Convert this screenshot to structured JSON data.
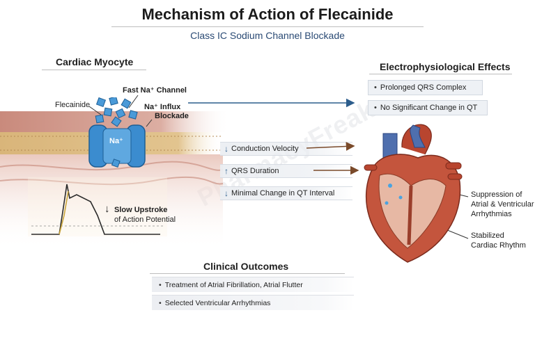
{
  "title": "Mechanism of Action of Flecainide",
  "subtitle": "Class IC Sodium Channel Blockade",
  "myocyte": {
    "heading": "Cardiac Myocyte",
    "label_drug": "Flecainide",
    "label_channel": "Fast Na⁺ Channel",
    "label_influx_line1": "Na⁺ Influx",
    "label_influx_line2": "Blockade",
    "na_symbol": "Na⁺",
    "upstroke_line1": "Slow Upstroke",
    "upstroke_line2": "of Action Potential",
    "upstroke_arrow": "↓"
  },
  "effects_center": [
    {
      "arrow": "↓",
      "text": "Conduction Velocity"
    },
    {
      "arrow": "↑",
      "text": "QRS Duration"
    },
    {
      "arrow": "↓",
      "text": "Minimal Change in QT Interval"
    }
  ],
  "electro": {
    "heading": "Electrophysiological Effects",
    "items": [
      "Prolonged QRS Complex",
      "No Significant Change in QT"
    ],
    "bullet": "•"
  },
  "heart": {
    "label_suppression_line1": "Suppression of",
    "label_suppression_line2": "Atrial & Ventricular",
    "label_suppression_line3": "Arrhythmias",
    "label_stabilized_line1": "Stabilized",
    "label_stabilized_line2": "Cardiac Rhythm"
  },
  "outcomes": {
    "heading": "Clinical Outcomes",
    "items": [
      "Treatment of Atrial Fibrillation, Atrial Flutter",
      "Selected Ventricular Arrhythmias"
    ]
  },
  "watermark": "PharmacyFreak",
  "colors": {
    "accent_blue": "#2c5d8c",
    "arrow_brown": "#7a4a2a",
    "membrane_tan": "#d9b57a",
    "tissue_pink": "#d99a8c",
    "channel_blue": "#3b8ccf"
  }
}
